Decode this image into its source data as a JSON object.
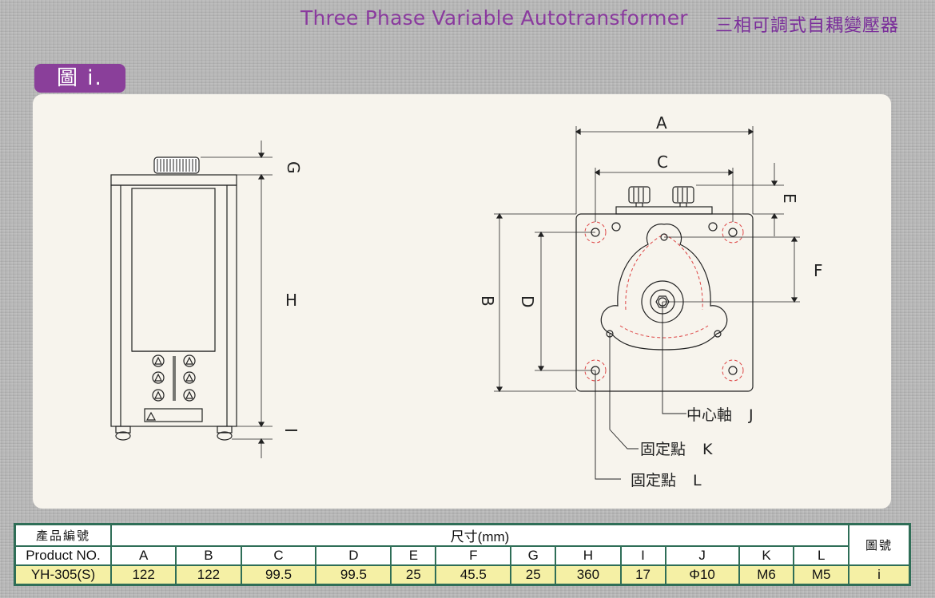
{
  "header": {
    "title_en": "Three Phase Variable Autotransformer",
    "title_zh": "三相可調式自耦變壓器"
  },
  "figure": {
    "tag": "圖 i.",
    "side_view_labels": {
      "G": "G",
      "H": "H",
      "I": "I"
    },
    "top_view_labels": {
      "A": "A",
      "B": "B",
      "C": "C",
      "D": "D",
      "E": "E",
      "F": "F"
    },
    "callouts": [
      {
        "text": "中心軸",
        "letter": "J"
      },
      {
        "text": "固定點",
        "letter": "K"
      },
      {
        "text": "固定點",
        "letter": "L"
      }
    ]
  },
  "table": {
    "product_header_zh": "產品編號",
    "product_header_en": "Product NO.",
    "size_header": "尺寸(mm)",
    "figure_header": "圖號",
    "columns": [
      "A",
      "B",
      "C",
      "D",
      "E",
      "F",
      "G",
      "H",
      "I",
      "J",
      "K",
      "L"
    ],
    "rows": [
      {
        "product": "YH-305(S)",
        "values": [
          "122",
          "122",
          "99.5",
          "99.5",
          "25",
          "45.5",
          "25",
          "360",
          "17",
          "Φ10",
          "M6",
          "M5"
        ],
        "figure": "i"
      }
    ]
  }
}
